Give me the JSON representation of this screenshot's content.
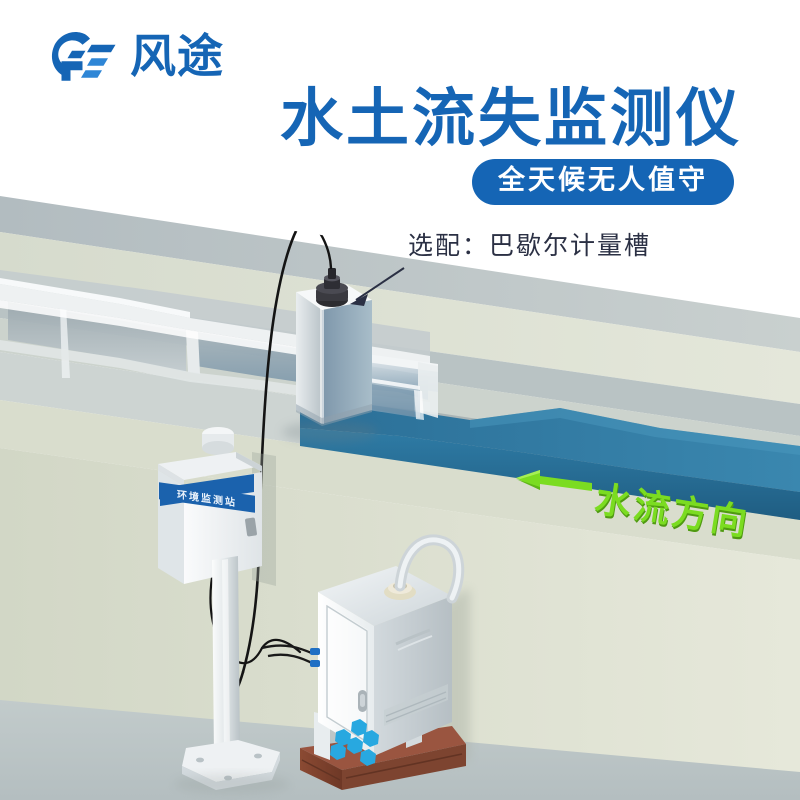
{
  "brand": {
    "logo_icon": "fengtu-logo-icon",
    "name": "风途",
    "color": "#1565b5"
  },
  "header": {
    "title": "水土流失监测仪",
    "badge": "全天候无人值守",
    "title_color": "#1565b5",
    "badge_bg": "#1565b5",
    "badge_text_color": "#ffffff"
  },
  "annotations": {
    "flume_option": "选配：巴歇尔计量槽",
    "flow_direction": "水流方向",
    "flow_color": "#7bdc21",
    "arrow_icon": "left-arrow-icon"
  },
  "scene": {
    "station_box_label": "环境监测站",
    "station_label_bg": "#1b62ad",
    "cabinet_decor_icon": "hexagon-cluster-icon",
    "cabinet_decor_color": "#28a8e0",
    "sensor_icon": "ultrasonic-sensor-icon",
    "cable_icon": "cable-icon",
    "water_color": "#2a7098",
    "bank_color": "#cfd6cc",
    "ground_color": "#b9c2c4",
    "brick_color": "#8d4a34"
  }
}
